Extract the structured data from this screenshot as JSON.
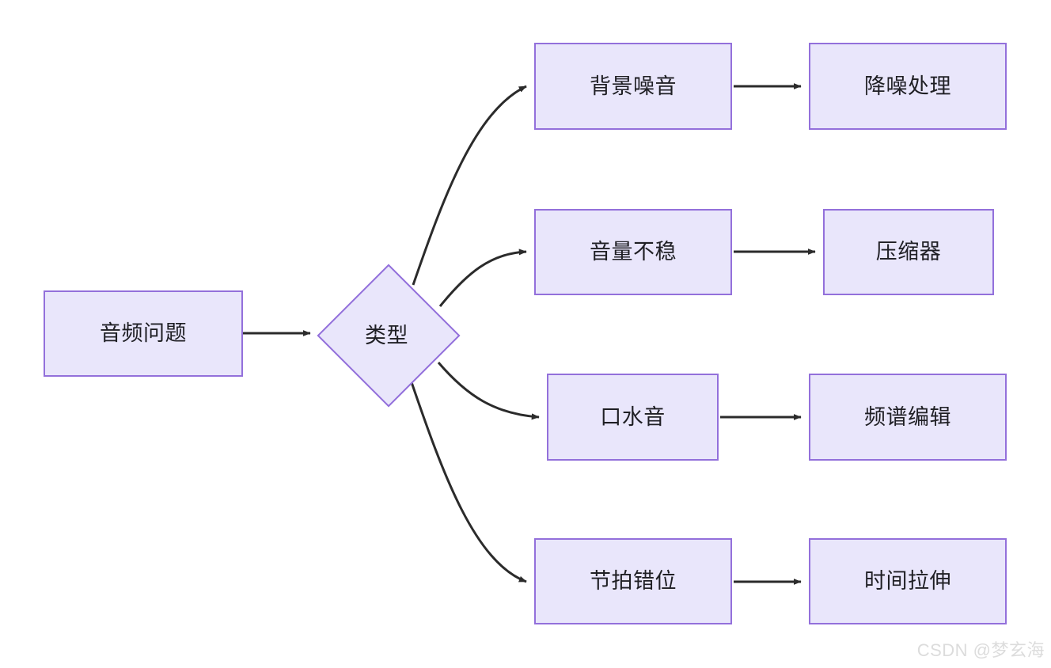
{
  "diagram": {
    "type": "flowchart",
    "direction": "left-to-right",
    "background_color": "#ffffff",
    "node_fill_color": "#e9e6fb",
    "node_border_color": "#9370db",
    "edge_color": "#2b2b2b",
    "text_color": "#1f1f24"
  },
  "nodes": {
    "start": {
      "label": "音频问题",
      "shape": "rectangle"
    },
    "decision": {
      "label": "类型",
      "shape": "diamond"
    },
    "problem1": {
      "label": "背景噪音",
      "shape": "rectangle"
    },
    "solution1": {
      "label": "降噪处理",
      "shape": "rectangle"
    },
    "problem2": {
      "label": "音量不稳",
      "shape": "rectangle"
    },
    "solution2": {
      "label": "压缩器",
      "shape": "rectangle"
    },
    "problem3": {
      "label": "口水音",
      "shape": "rectangle"
    },
    "solution3": {
      "label": "频谱编辑",
      "shape": "rectangle"
    },
    "problem4": {
      "label": "节拍错位",
      "shape": "rectangle"
    },
    "solution4": {
      "label": "时间拉伸",
      "shape": "rectangle"
    }
  },
  "edges": [
    {
      "from": "音频问题",
      "to": "类型",
      "style": "straight",
      "arrow": "end"
    },
    {
      "from": "类型",
      "to": "背景噪音",
      "style": "curved",
      "arrow": "end"
    },
    {
      "from": "背景噪音",
      "to": "降噪处理",
      "style": "straight",
      "arrow": "end"
    },
    {
      "from": "类型",
      "to": "音量不稳",
      "style": "curved",
      "arrow": "end"
    },
    {
      "from": "音量不稳",
      "to": "压缩器",
      "style": "straight",
      "arrow": "end"
    },
    {
      "from": "类型",
      "to": "口水音",
      "style": "curved",
      "arrow": "end"
    },
    {
      "from": "口水音",
      "to": "频谱编辑",
      "style": "straight",
      "arrow": "end"
    },
    {
      "from": "类型",
      "to": "节拍错位",
      "style": "curved",
      "arrow": "end"
    },
    {
      "from": "节拍错位",
      "to": "时间拉伸",
      "style": "straight",
      "arrow": "end"
    }
  ],
  "watermark": {
    "text": "CSDN @梦玄海",
    "color": "#dcdcdc"
  }
}
